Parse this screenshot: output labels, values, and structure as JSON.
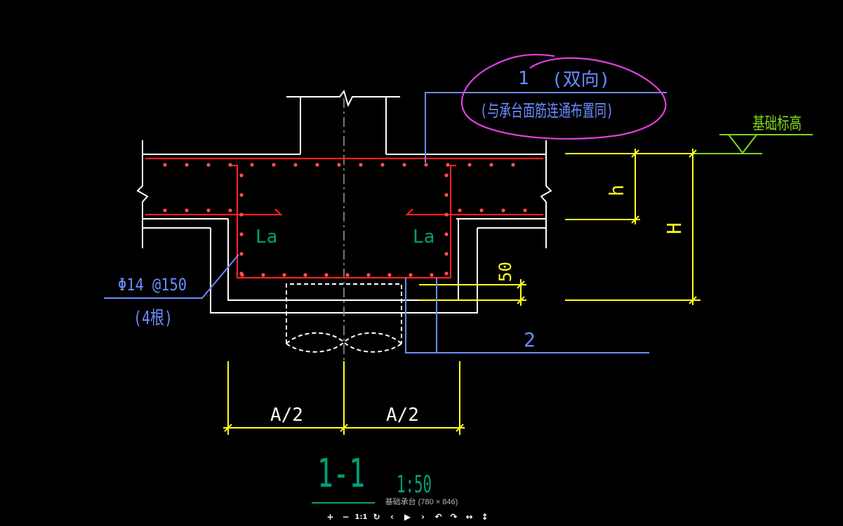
{
  "viewer": {
    "caption": "基础承台 (780 × 846)"
  },
  "drawing": {
    "callout_1_number": "1",
    "callout_1_type": "(双向)",
    "callout_1_note": "(与承台面筋连通布置同)",
    "ground_elevation": "基础标高",
    "dim_h": "h",
    "dim_H": "H",
    "dim_50": "50",
    "anchor_left": "La",
    "anchor_right": "La",
    "rebar_spec": "Φ14 @150",
    "rebar_note": "(4根)",
    "callout_2_number": "2",
    "dim_left_half": "A/2",
    "dim_right_half": "A/2",
    "section_label": "1-1",
    "scale": "1:50"
  },
  "toolbar": {
    "buttons": [
      {
        "name": "zoom-in-button",
        "glyph": "+"
      },
      {
        "name": "zoom-out-button",
        "glyph": "−"
      },
      {
        "name": "actual-size-button",
        "glyph": "1:1"
      },
      {
        "name": "reset-button",
        "glyph": "↻"
      },
      {
        "name": "previous-button",
        "glyph": "‹"
      },
      {
        "name": "play-button",
        "glyph": "▶"
      },
      {
        "name": "next-button",
        "glyph": "›"
      },
      {
        "name": "rotate-left-button",
        "glyph": "↶"
      },
      {
        "name": "rotate-right-button",
        "glyph": "↷"
      },
      {
        "name": "flip-horizontal-button",
        "glyph": "↔"
      },
      {
        "name": "flip-vertical-button",
        "glyph": "↕"
      }
    ]
  },
  "colors": {
    "background": "#000000",
    "structure": "#ffffff",
    "rebar": "#ff2020",
    "dimension": "#ffff20",
    "callout": "#6a8cff",
    "label_green": "#00a07a",
    "ground_green": "#7cd81c",
    "annotation": "#e040e0"
  }
}
